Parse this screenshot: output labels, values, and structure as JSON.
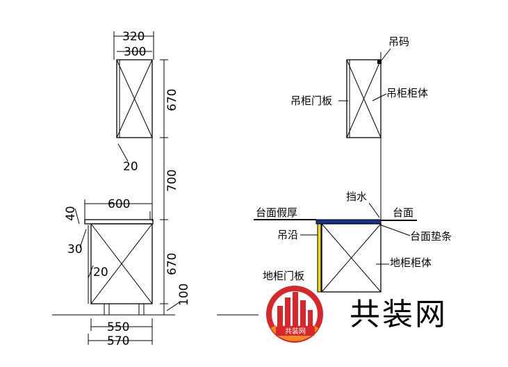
{
  "left_view": {
    "dims": {
      "w320": "320",
      "w300": "300",
      "h670_upper": "670",
      "h700": "700",
      "h670_lower": "670",
      "h100": "100",
      "w600": "600",
      "t40": "40",
      "e30": "30",
      "g20_upper": "20",
      "g20_lower": "20",
      "w550": "550",
      "w570": "570"
    }
  },
  "right_view": {
    "labels": {
      "hanger": "吊码",
      "wall_cabinet_door": "吊柜门板",
      "wall_cabinet_body": "吊柜柜体",
      "backsplash": "挡水",
      "countertop_fake_thickness": "台面假厚",
      "countertop": "台面",
      "hanging_edge": "吊沿",
      "countertop_shim": "台面垫条",
      "base_cabinet_body": "地柜柜体",
      "base_cabinet_door": "地柜门板"
    }
  },
  "watermark": {
    "text": "共装网",
    "logo_text": "共装网",
    "colors": {
      "red": "#d8262b",
      "orange": "#f08a24",
      "blue": "#1a2f8c"
    }
  }
}
